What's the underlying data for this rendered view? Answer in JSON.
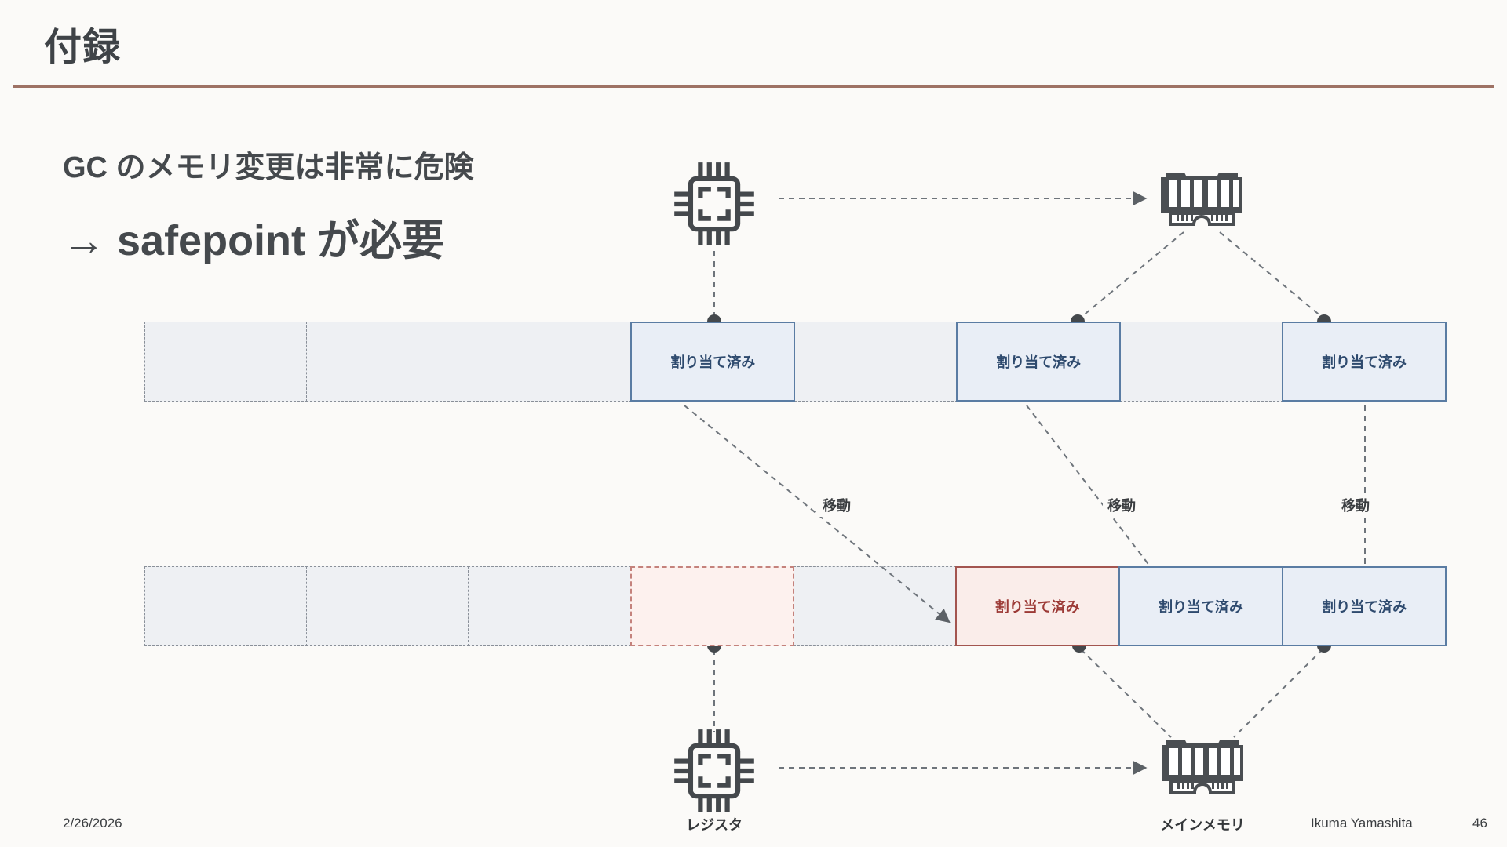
{
  "slide": {
    "title": "付録",
    "heading_line1": "GC のメモリ変更は非常に危険",
    "heading_line2": "→ safepoint が必要"
  },
  "footer": {
    "date": "2/26/2026",
    "author": "Ikuma Yamashita",
    "page_number": "46"
  },
  "diagram": {
    "labels": {
      "register": "レジスタ",
      "main_memory": "メインメモリ"
    },
    "move_arrows": [
      {
        "label": "移動"
      },
      {
        "label": "移動"
      },
      {
        "label": "移動"
      }
    ],
    "memory_before": {
      "cells": [
        {
          "state": "free",
          "label": ""
        },
        {
          "state": "free",
          "label": ""
        },
        {
          "state": "free",
          "label": ""
        },
        {
          "state": "allocated",
          "label": "割り当て済み"
        },
        {
          "state": "free",
          "label": ""
        },
        {
          "state": "allocated",
          "label": "割り当て済み"
        },
        {
          "state": "free",
          "label": ""
        },
        {
          "state": "allocated",
          "label": "割り当て済み"
        }
      ]
    },
    "memory_after": {
      "cells": [
        {
          "state": "free",
          "label": ""
        },
        {
          "state": "free",
          "label": ""
        },
        {
          "state": "free",
          "label": ""
        },
        {
          "state": "freed",
          "label": ""
        },
        {
          "state": "free",
          "label": ""
        },
        {
          "state": "moved",
          "label": "割り当て済み"
        },
        {
          "state": "allocated",
          "label": "割り当て済み"
        },
        {
          "state": "allocated",
          "label": "割り当て済み"
        }
      ]
    }
  },
  "colors": {
    "accent_line": "#9e7265",
    "allocated_border": "#5a7ca3",
    "allocated_fill": "#e9eef6",
    "allocated_text": "#2e4a6e",
    "moved_border": "#a35550",
    "moved_fill": "#faedea",
    "moved_text": "#9c3a36",
    "freed_fill": "#fdf1ee",
    "freed_border": "#c4827c",
    "empty_cell_fill": "#eef0f3"
  }
}
